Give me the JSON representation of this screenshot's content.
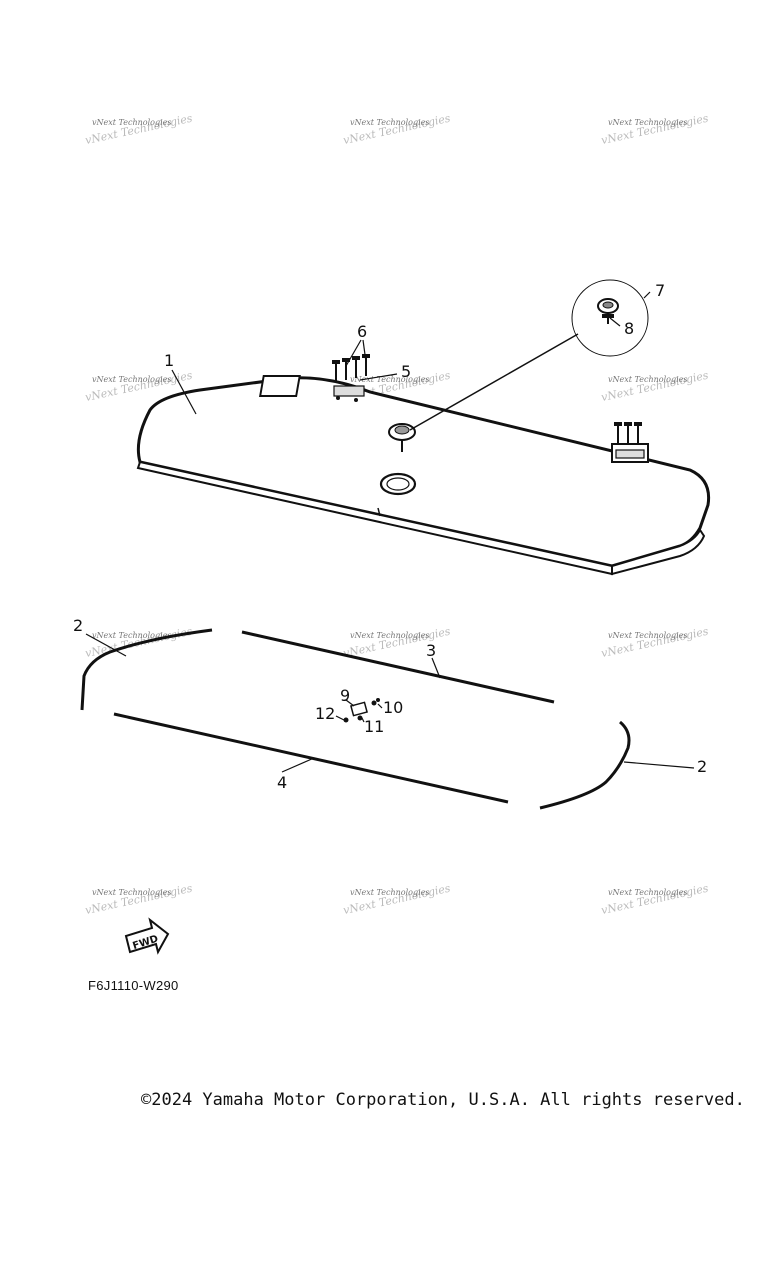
{
  "watermark_text": "vNext Technologies",
  "callouts": {
    "c1": "1",
    "c2a": "2",
    "c2b": "2",
    "c3": "3",
    "c4": "4",
    "c5": "5",
    "c6": "6",
    "c7": "7",
    "c8": "8",
    "c9": "9",
    "c10": "10",
    "c11": "11",
    "c12": "12"
  },
  "fwd_label": "FWD",
  "diagram_code": "F6J1110-W290",
  "copyright": "©2024 Yamaha Motor Corporation, U.S.A. All rights reserved."
}
